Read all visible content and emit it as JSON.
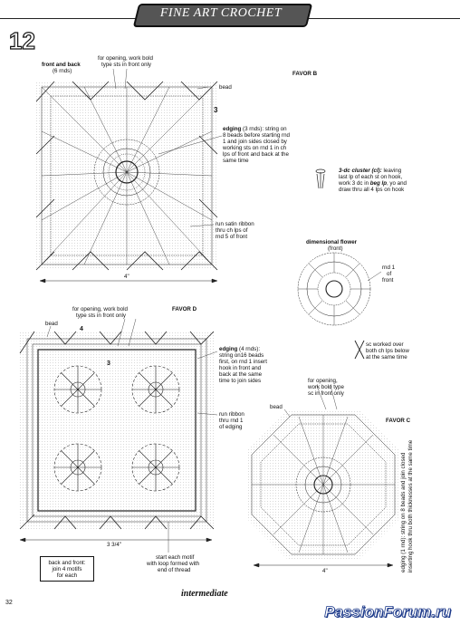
{
  "header": {
    "banner": "FINE ART CROCHET",
    "page_badge": "12"
  },
  "favor_b": {
    "title": "FAVOR B",
    "front_back": "front and back",
    "front_back_rnds": "(6 rnds)",
    "opening": [
      "for opening, work bold",
      "type sts in front only"
    ],
    "bead": "bead",
    "edging_title": "edging",
    "edging_rnds": "(3 rnds):",
    "edging_text": [
      "string on",
      "8 beads before starting rnd",
      "1 and join sides closed by",
      "working sts on rnd 1 in ch",
      "lps of front and back at the",
      "same time"
    ],
    "ribbon": [
      "run satin ribbon",
      "thru ch lps of",
      "rnd 5 of front"
    ],
    "width": "4\"",
    "marker3": "3"
  },
  "cluster": {
    "title": "3-dc cluster (cl):",
    "text": [
      "leaving",
      "last lp of each st on hook,",
      "work 3 dc in",
      "beg lp",
      ", yo and",
      "draw thru all 4 lps on hook"
    ]
  },
  "flower": {
    "title": "dimensional flower",
    "sub": "(front)",
    "rnd": [
      "rnd 1",
      "of",
      "front"
    ]
  },
  "sc_note": [
    "sc worked over",
    "both ch lps below",
    "at the same time"
  ],
  "favor_d": {
    "title": "FAVOR D",
    "opening": [
      "for opening, work bold",
      "type sts in front only"
    ],
    "bead": "bead",
    "marker4": "4",
    "marker3": "3",
    "edging_title": "edging",
    "edging_rnds": "(4 rnds):",
    "edging_text": [
      "string on16 beads",
      "first, on rnd 1 insert",
      "hook in front and",
      "back at the same",
      "time to join sides"
    ],
    "ribbon": [
      "run ribbon",
      "thru rnd 1",
      "of edging"
    ],
    "width": "3 3/4\"",
    "motif": [
      "start each motif",
      "with loop formed with",
      "end of thread"
    ],
    "legend": [
      "back and front:",
      "join 4 motifs",
      "for each"
    ]
  },
  "favor_c": {
    "title": "FAVOR C",
    "opening": [
      "for opening,",
      "work bold type",
      "sc in front only"
    ],
    "bead": "bead",
    "edging_vertical": [
      "edging (1 rnd): string on 8 beads and join closed",
      "inserting hook thru both thicknesses at the same time"
    ],
    "width": "4\""
  },
  "footer": {
    "page": "32",
    "level": "intermediate",
    "watermark": "PassionForum.ru"
  }
}
